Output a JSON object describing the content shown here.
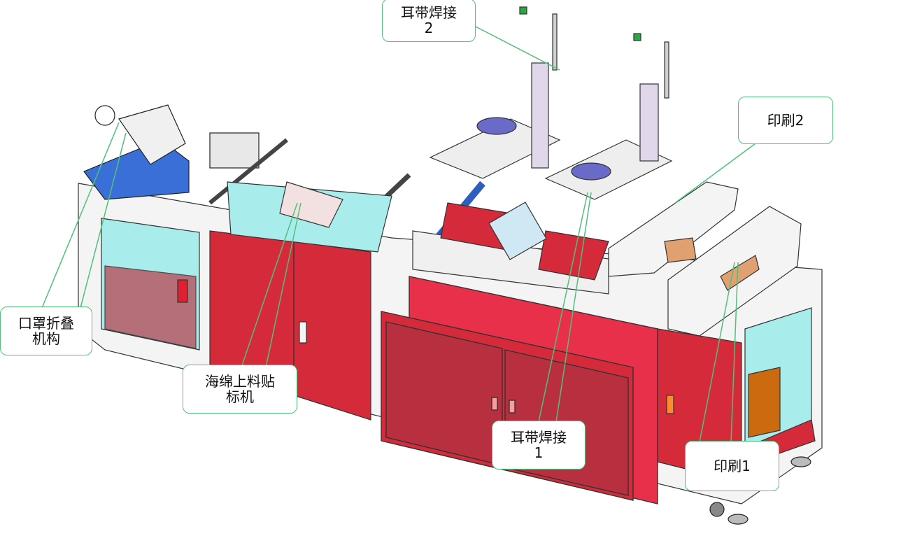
{
  "labels": {
    "ear_weld_2": "耳带焊接\n2",
    "print_2": "印刷2",
    "mask_fold": "口罩折叠\n机构",
    "sponge_label": "海绵上料贴\n标机",
    "ear_weld_1": "耳带焊接\n1",
    "print_1": "印刷1"
  },
  "colors": {
    "callout_border": "#4fc17a",
    "cabinet_red": "#d42a3a",
    "panel_blue": "#3a6fd8",
    "glass_cyan": "#a9ecec",
    "frame_white": "#f4f4f4"
  }
}
